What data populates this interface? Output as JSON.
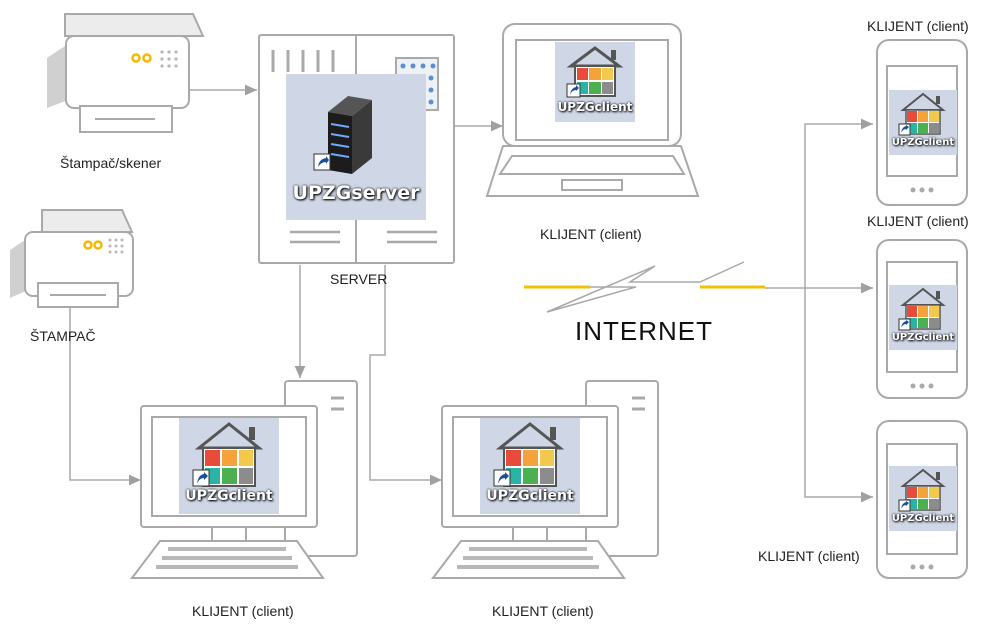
{
  "labels": {
    "printer_scanner": "Štampač/skener",
    "printer": "ŠTAMPAČ",
    "server": "SERVER",
    "internet": "INTERNET",
    "laptop_client": "KLIJENT (client)",
    "pc_client_1": "KLIJENT (client)",
    "pc_client_2": "KLIJENT (client)",
    "phone_client_1": "KLIJENT (client)",
    "phone_client_2": "KLIJENT (client)",
    "phone_client_3": "KLIJENT (client)"
  },
  "apps": {
    "server_app": "UPZGserver",
    "client_app": "UPZGclient"
  },
  "colors": {
    "line": "#a8a8a8",
    "device_stroke": "#a9a9a9",
    "internet_accent": "#f2c200",
    "printer_accent": "#f5b800",
    "app_background": "#cfd6e6"
  }
}
